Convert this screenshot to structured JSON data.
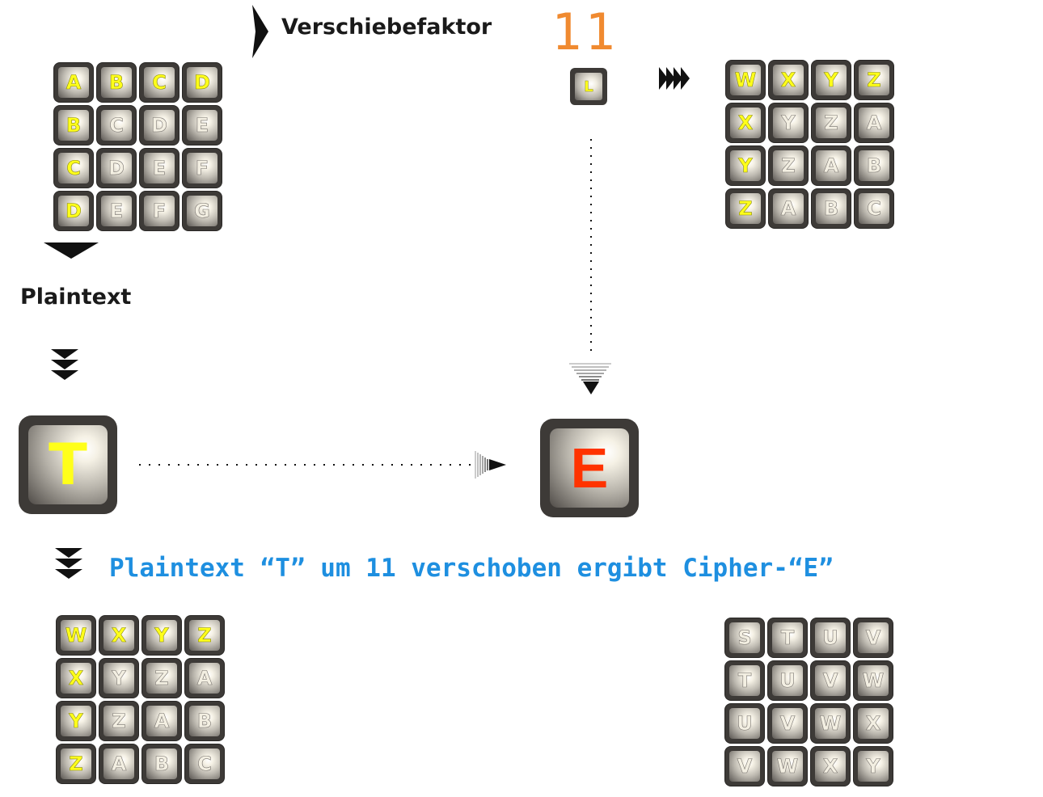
{
  "shift_label": "Verschiebefaktor",
  "shift_value": "11",
  "shift_key": "L",
  "plaintext_label": "Plaintext",
  "plain_letter": "T",
  "cipher_letter": "E",
  "sentence": "Plaintext “T” um 11 verschoben ergibt Cipher-“E”",
  "colors": {
    "highlight_letter": "#ffff1a",
    "cipher_letter": "#ff3300",
    "shift_number": "#f08a30",
    "sentence": "#1e8fe0"
  },
  "grids": {
    "top_left": [
      [
        "A",
        "B",
        "C",
        "D"
      ],
      [
        "B",
        "C",
        "D",
        "E"
      ],
      [
        "C",
        "D",
        "E",
        "F"
      ],
      [
        "D",
        "E",
        "F",
        "G"
      ]
    ],
    "top_right": [
      [
        "W",
        "X",
        "Y",
        "Z"
      ],
      [
        "X",
        "Y",
        "Z",
        "A"
      ],
      [
        "Y",
        "Z",
        "A",
        "B"
      ],
      [
        "Z",
        "A",
        "B",
        "C"
      ]
    ],
    "bottom_left": [
      [
        "W",
        "X",
        "Y",
        "Z"
      ],
      [
        "X",
        "Y",
        "Z",
        "A"
      ],
      [
        "Y",
        "Z",
        "A",
        "B"
      ],
      [
        "Z",
        "A",
        "B",
        "C"
      ]
    ],
    "bottom_right": [
      [
        "S",
        "T",
        "U",
        "V"
      ],
      [
        "T",
        "U",
        "V",
        "W"
      ],
      [
        "U",
        "V",
        "W",
        "X"
      ],
      [
        "V",
        "W",
        "X",
        "Y"
      ]
    ]
  }
}
